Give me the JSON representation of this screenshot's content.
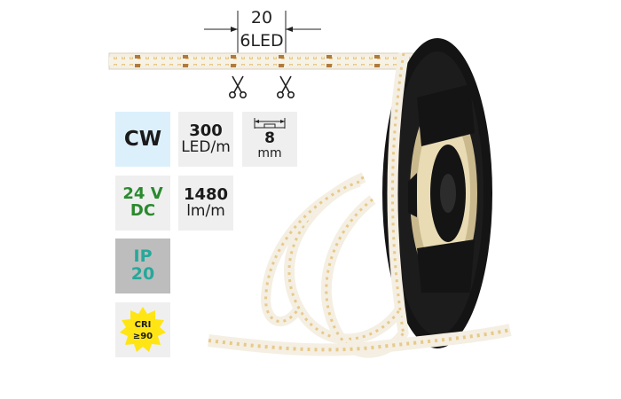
{
  "dimension": {
    "segment_length": "20",
    "led_group": "6LED"
  },
  "tiles": {
    "color_temp": "CW",
    "leds_per_meter": {
      "value": "300",
      "unit": "LED/m"
    },
    "strip_width": {
      "value": "8",
      "unit": "mm"
    },
    "voltage": {
      "line1": "24 V",
      "line2": "DC"
    },
    "luminous_flux": {
      "value": "1480",
      "unit": "lm/m"
    },
    "ip_rating": {
      "line1": "IP",
      "line2": "20"
    },
    "cri": {
      "line1": "CRI",
      "line2": "≥90"
    }
  },
  "colors": {
    "cw_tile_bg": "#dcf0fb",
    "dc_text": "#2a8a2e",
    "ip_text": "#26a89a",
    "cri_badge": "#ffe514",
    "reel": "#141414",
    "strip": "#f7f2e6",
    "led_chip": "#e7c98a"
  },
  "icons": [
    "scissors-icon",
    "scissors-icon",
    "strip-width-icon",
    "cri-badge-icon"
  ]
}
